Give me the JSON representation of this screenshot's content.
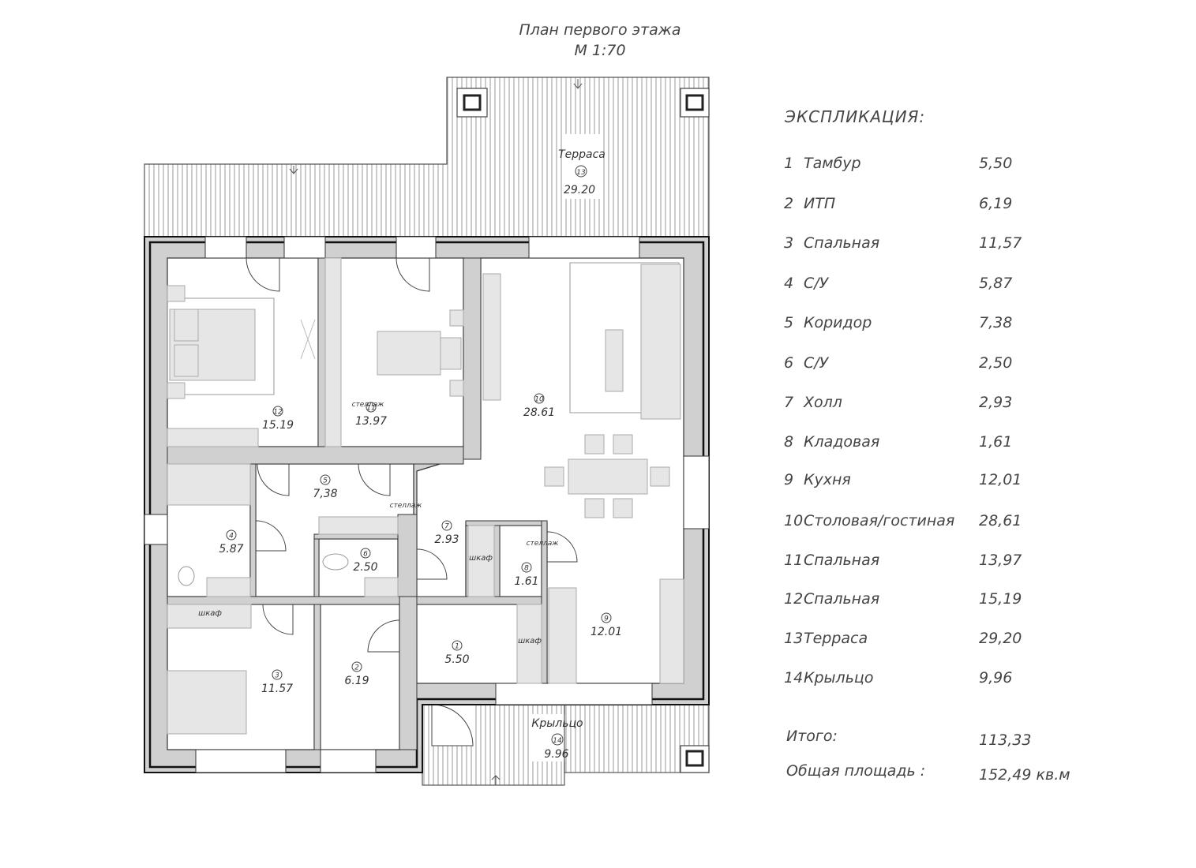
{
  "title": {
    "line1": "План первого этажа",
    "line2": "М 1:70"
  },
  "plan_labels": {
    "terrace": {
      "name": "Терраса",
      "num": "13",
      "area": "29.20"
    },
    "porch": {
      "name": "Крыльцо",
      "num": "14",
      "area": "9.96"
    },
    "rooms": [
      {
        "num": "12",
        "area": "15.19"
      },
      {
        "num": "11",
        "area": "13.97"
      },
      {
        "num": "10",
        "area": "28.61"
      },
      {
        "num": "5",
        "area": "7,38"
      },
      {
        "num": "4",
        "area": "5.87"
      },
      {
        "num": "6",
        "area": "2.50"
      },
      {
        "num": "7",
        "area": "2.93"
      },
      {
        "num": "8",
        "area": "1.61"
      },
      {
        "num": "9",
        "area": "12.01"
      },
      {
        "num": "1",
        "area": "5.50"
      },
      {
        "num": "2",
        "area": "6.19"
      },
      {
        "num": "3",
        "area": "11.57"
      }
    ],
    "shelf": "стеллаж",
    "wardrobe": "шкаф"
  },
  "explication": {
    "heading": "ЭКСПЛИКАЦИЯ:",
    "rows": [
      {
        "num": "1",
        "name": "Тамбур",
        "area": "5,50"
      },
      {
        "num": "2",
        "name": "ИТП",
        "area": "6,19"
      },
      {
        "num": "3",
        "name": "Спальная",
        "area": "11,57"
      },
      {
        "num": "4",
        "name": "С/У",
        "area": "5,87"
      },
      {
        "num": "5",
        "name": "Коридор",
        "area": "7,38"
      },
      {
        "num": "6",
        "name": "С/У",
        "area": "2,50"
      },
      {
        "num": "7",
        "name": "Холл",
        "area": "2,93"
      },
      {
        "num": "8",
        "name": "Кладовая",
        "area": "1,61"
      },
      {
        "num": "9",
        "name": "Кухня",
        "area": "12,01"
      },
      {
        "num": "10",
        "name": "Столовая/гостиная",
        "area": "28,61"
      },
      {
        "num": "11",
        "name": "Спальная",
        "area": "13,97"
      },
      {
        "num": "12",
        "name": "Спальная",
        "area": "15,19"
      },
      {
        "num": "13",
        "name": "Терраса",
        "area": "29,20"
      },
      {
        "num": "14",
        "name": "Крыльцо",
        "area": "9,96"
      }
    ],
    "total_label": "Итого:",
    "total_value": "113,33",
    "total_area_label": "Общая площадь :",
    "total_area_value": "152,49  кв.м"
  }
}
